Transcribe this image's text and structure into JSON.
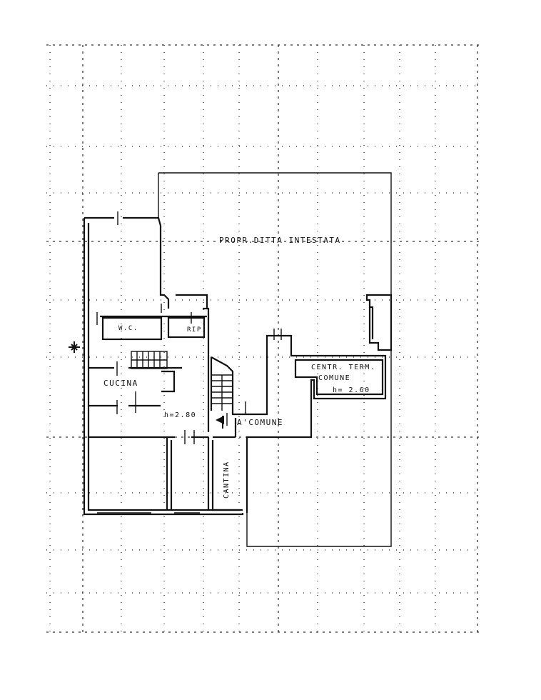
{
  "labels": {
    "property": "PROPR.DITTA INTESTATA",
    "wc": "W.C.",
    "rip": "RIP",
    "cucina": "CUCINA",
    "height_main": "h=2.80",
    "comune_corridor": "A'COMUNE",
    "cantina": "CANTINA",
    "centr_term": "CENTR. TERM.",
    "comune": "COMUNE",
    "height_centr": "h= 2.60"
  },
  "colors": {
    "ink": "#111111",
    "paper": "#ffffff"
  }
}
